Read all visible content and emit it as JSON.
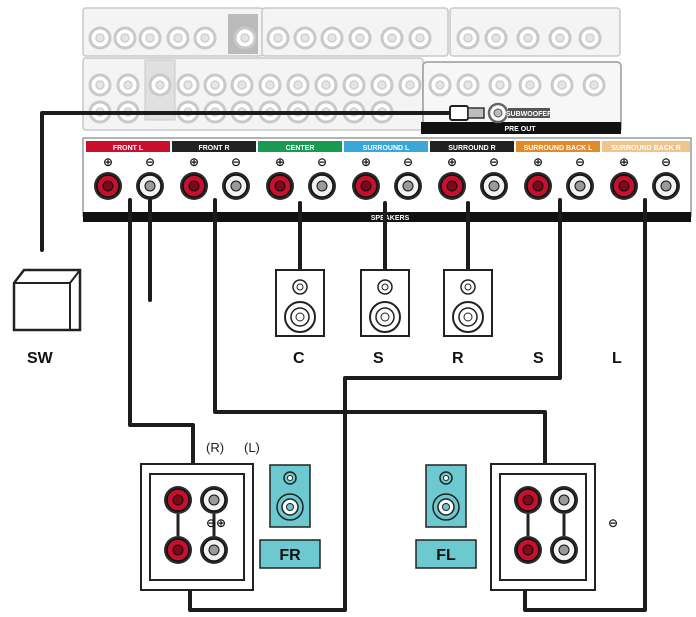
{
  "receiver": {
    "channel_labels": [
      {
        "id": "front-l",
        "text": "FRONT L",
        "color": "#c8102e"
      },
      {
        "id": "front-r",
        "text": "FRONT R",
        "color": "#222222"
      },
      {
        "id": "center",
        "text": "CENTER",
        "color": "#1a9a50"
      },
      {
        "id": "surround-l",
        "text": "SURROUND L",
        "color": "#3aa7d8"
      },
      {
        "id": "surround-r",
        "text": "SURROUND R",
        "color": "#222222"
      },
      {
        "id": "surround-back-l",
        "text": "SURROUND BACK L",
        "color": "#e08a2a"
      },
      {
        "id": "surround-back-r",
        "text": "SURROUND BACK R",
        "color": "#f0c48a"
      }
    ],
    "speakers_label": "SPEAKERS",
    "pre_out_label": "PRE OUT",
    "subwoofer_label": "SUBWOOFER"
  },
  "speakers": {
    "sw": "SW",
    "c": "C",
    "s1": "S",
    "r": "R",
    "s2": "S",
    "l": "L",
    "fr": "FR",
    "fl": "FL"
  },
  "polarity": {
    "plus": "⊕",
    "minus": "⊖",
    "minus_plus": "⊖⊕",
    "r_tag": "(R)",
    "l_tag": "(L)"
  },
  "colors": {
    "red_terminal": "#c8102e",
    "amp_teal": "#6cc9cf",
    "wire": "#1c1c1c"
  }
}
